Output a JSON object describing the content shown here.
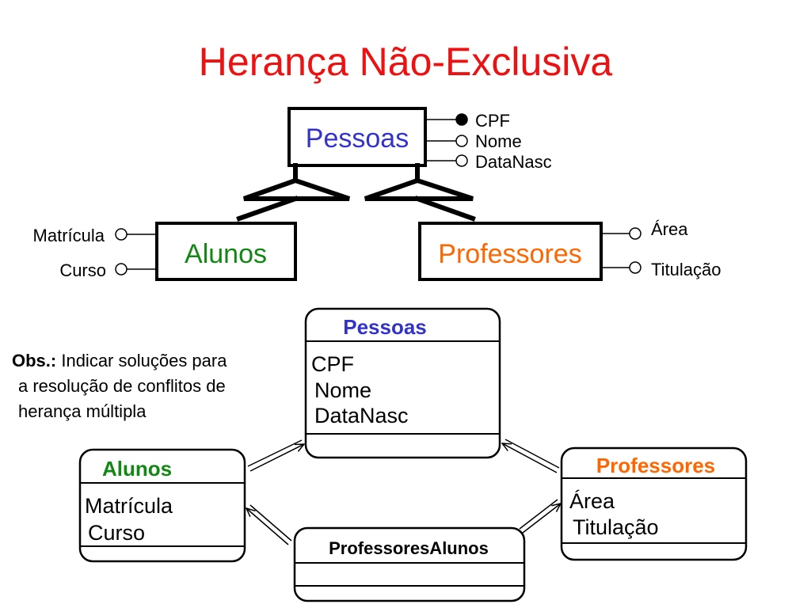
{
  "title": "Herança Não-Exclusiva",
  "colors": {
    "title": "#ee1111",
    "pessoas": "#3333cc",
    "alunos": "#118811",
    "professores": "#ff6600",
    "stroke": "#000000"
  },
  "er": {
    "pessoas": {
      "name": "Pessoas",
      "attrs": [
        "CPF",
        "Nome",
        "DataNasc"
      ],
      "key_attr": "CPF"
    },
    "alunos": {
      "name": "Alunos",
      "attrs": [
        "Matrícula",
        "Curso"
      ]
    },
    "professores": {
      "name": "Professores",
      "attrs": [
        "Área",
        "Titulação"
      ]
    }
  },
  "relational": {
    "pessoas": {
      "name": "Pessoas",
      "attrs": [
        "CPF",
        "Nome",
        "DataNasc"
      ]
    },
    "alunos": {
      "name": "Alunos",
      "attrs": [
        "Matrícula",
        "Curso"
      ]
    },
    "professores": {
      "name": "Professores",
      "attrs": [
        "Área",
        "Titulação"
      ]
    },
    "professores_alunos": {
      "name": "ProfessoresAlunos",
      "attrs": []
    }
  },
  "obs": {
    "label": "Obs.:",
    "line1": " Indicar soluções para",
    "line2": "a resolução de conflitos de",
    "line3": "herança múltipla"
  }
}
